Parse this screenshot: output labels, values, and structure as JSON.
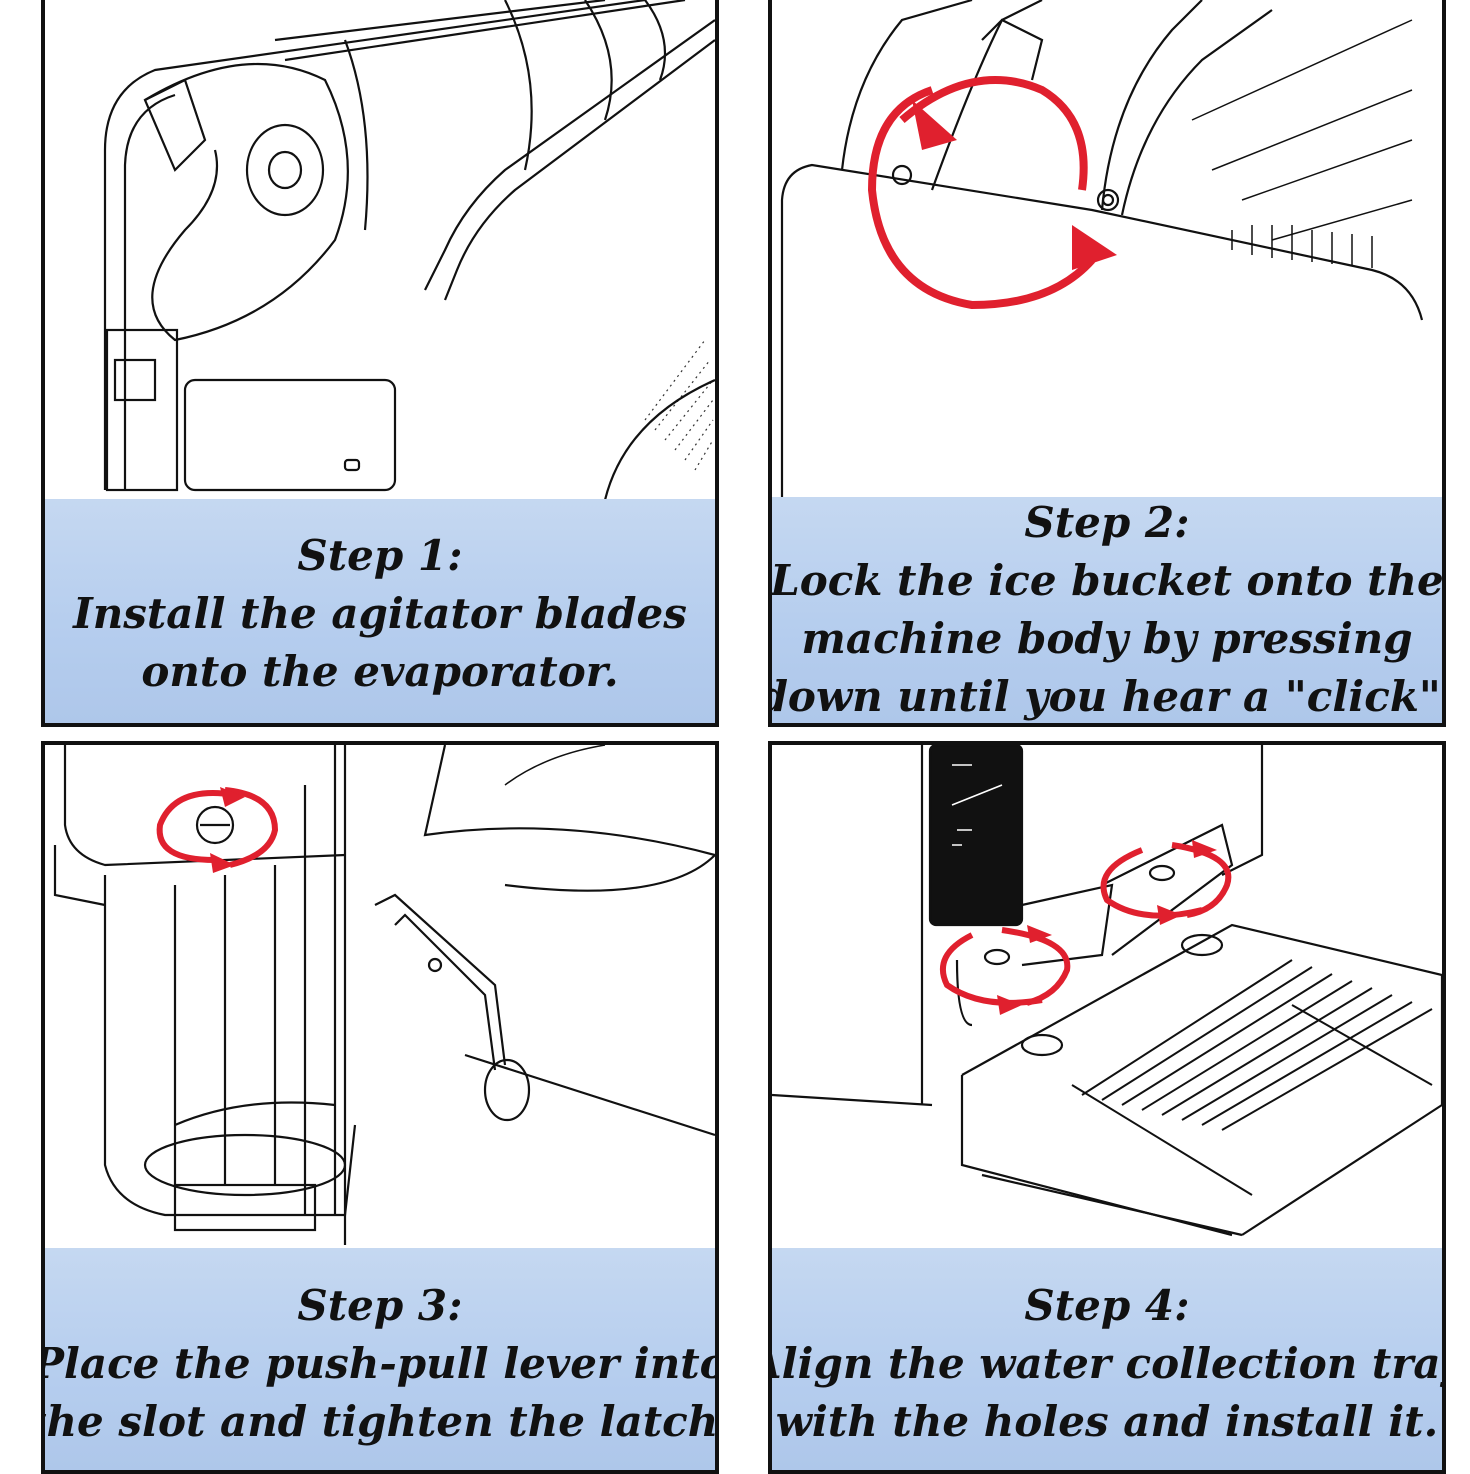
{
  "steps": [
    {
      "title": "Step 1:",
      "lines": [
        "Install the agitator blades",
        "onto the evaporator."
      ]
    },
    {
      "title": "Step 2:",
      "lines": [
        "Lock the ice bucket onto the",
        "machine body by pressing",
        "down until you hear a \"click\"."
      ]
    },
    {
      "title": "Step 3:",
      "lines": [
        "Place the push-pull lever into",
        "the slot and tighten the latch."
      ]
    },
    {
      "title": "Step 4:",
      "lines": [
        "Align the water collection tray",
        "with the holes and install it."
      ]
    }
  ],
  "colors": {
    "caption_bg": "#b8cfee",
    "arrow_red": "#e0202e",
    "border": "#111111"
  }
}
